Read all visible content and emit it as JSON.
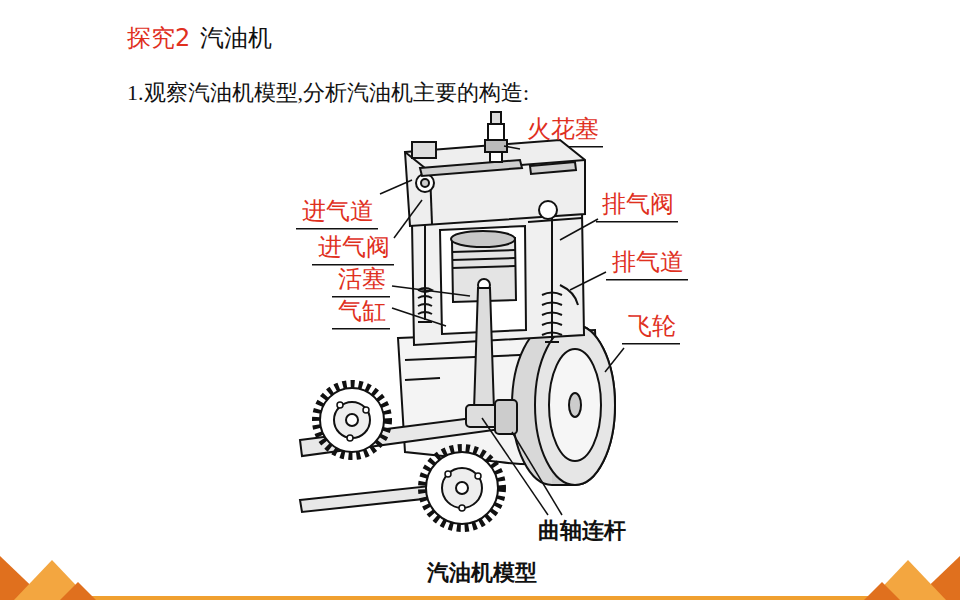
{
  "diagram": {
    "caption": "汽油机模型",
    "labels": [
      "探究2",
      "汽油机",
      "1.观察汽油机模型,分析汽油机主要的构造:",
      "火花塞",
      "进气道",
      "进气阀",
      "活塞",
      "气缸",
      "排气阀",
      "排气道",
      "飞轮",
      "曲轴连杆"
    ]
  }
}
